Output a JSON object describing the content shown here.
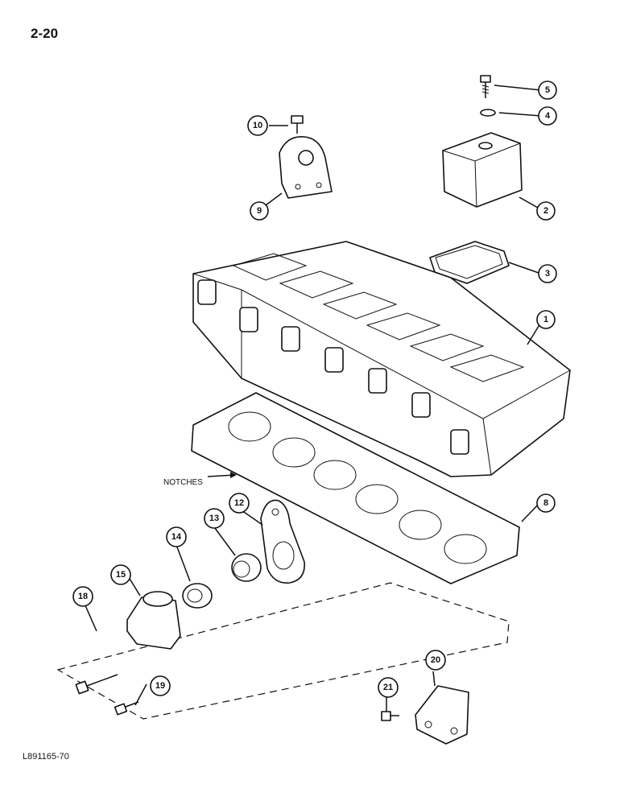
{
  "page_number": "2-20",
  "figure_code": "L891165-70",
  "annotation": "NOTCHES",
  "callouts": [
    {
      "id": "1"
    },
    {
      "id": "2"
    },
    {
      "id": "3"
    },
    {
      "id": "4"
    },
    {
      "id": "5"
    },
    {
      "id": "8"
    },
    {
      "id": "9"
    },
    {
      "id": "10"
    },
    {
      "id": "12"
    },
    {
      "id": "13"
    },
    {
      "id": "14"
    },
    {
      "id": "15"
    },
    {
      "id": "18"
    },
    {
      "id": "19"
    },
    {
      "id": "20"
    },
    {
      "id": "21"
    }
  ]
}
